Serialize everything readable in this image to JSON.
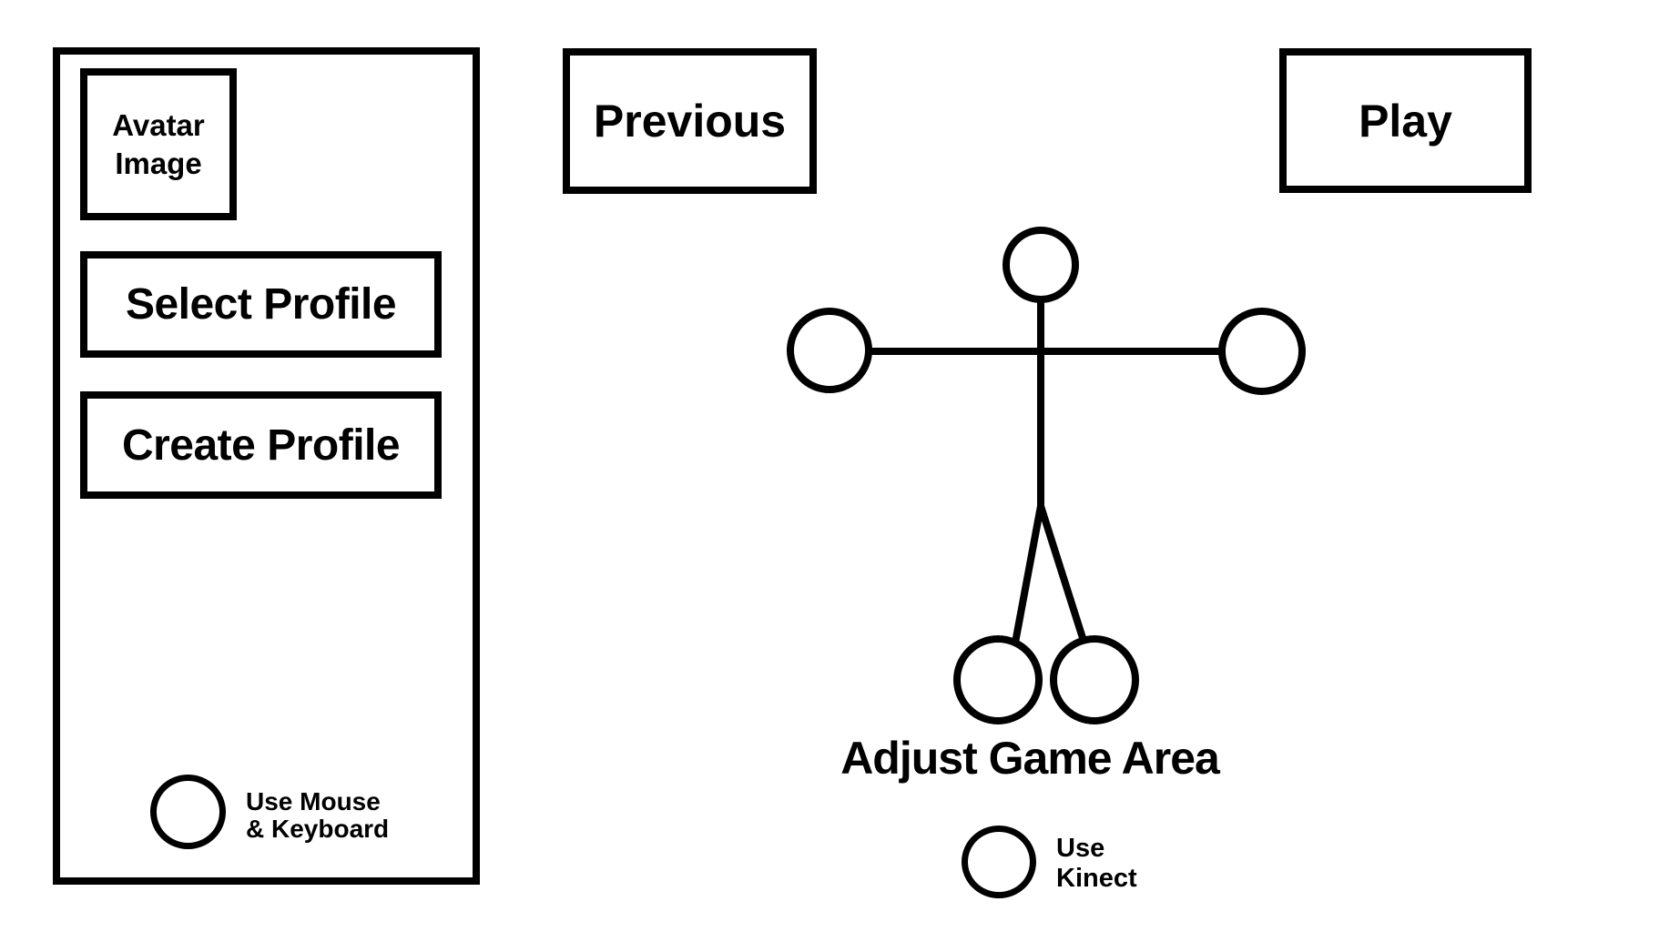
{
  "colors": {
    "ink": "#000000",
    "background": "#ffffff"
  },
  "profile_panel": {
    "avatar_placeholder": {
      "line1": "Avatar",
      "line2": "Image"
    },
    "select_profile_label": "Select Profile",
    "create_profile_label": "Create Profile",
    "mouse_option": {
      "icon": "radio-circle",
      "line1": "Use Mouse",
      "line2": "& Keyboard"
    }
  },
  "nav": {
    "previous_label": "Previous",
    "play_label": "Play"
  },
  "game_area": {
    "figure_icon": "stick-figure-skeleton",
    "label": "Adjust Game Area",
    "kinect_option": {
      "icon": "radio-circle",
      "line1": "Use",
      "line2": "Kinect"
    }
  }
}
